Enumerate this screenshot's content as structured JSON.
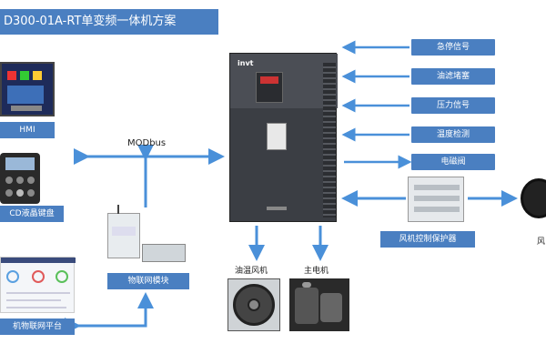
{
  "title": "D300-01A-RT单变频一体机方案",
  "left": {
    "hmi_label": "HMI",
    "keypad_label": "CD液晶键盘",
    "platform_label": "机物联网平台",
    "modbus_label": "MODbus"
  },
  "iot_module_label": "物联网模块",
  "drive": {
    "brand": "invt"
  },
  "signals": [
    "急停信号",
    "油滤堵塞",
    "压力信号",
    "温度检测",
    "电磁阀"
  ],
  "fan_protector_label": "风机控制保护器",
  "bottom": {
    "oil_fan_label": "油温风机",
    "main_motor_label": "主电机"
  },
  "right_fan_label": "风",
  "colors": {
    "label_bg": "#4a7fc1",
    "arrow": "#4a90d9"
  }
}
